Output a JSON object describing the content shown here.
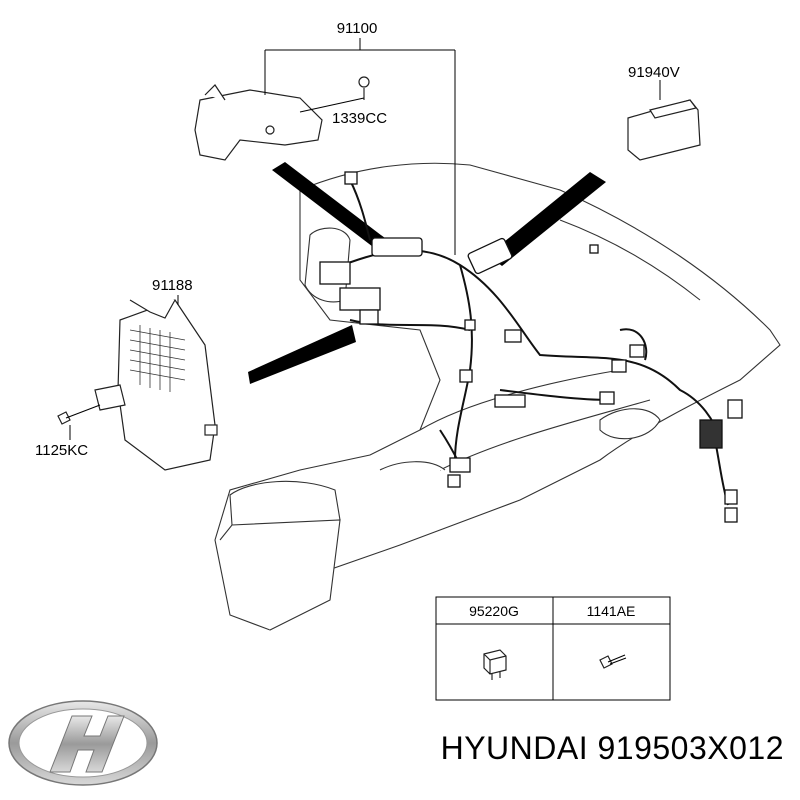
{
  "callouts": {
    "harness": "91100",
    "clip": "1339CC",
    "switch": "91940V",
    "junction_box": "91188",
    "bolt": "1125KC"
  },
  "parts_table": {
    "col1_header": "95220G",
    "col2_header": "1141AE",
    "col1_icon": "relay-icon",
    "col2_icon": "bolt-icon"
  },
  "footer": {
    "brand": "HYUNDAI",
    "part_number": "919503X012",
    "logo_icon": "hyundai-logo-icon"
  }
}
